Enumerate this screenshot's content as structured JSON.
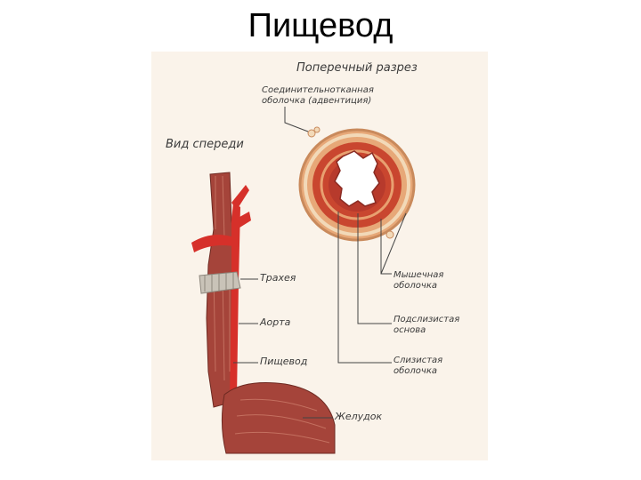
{
  "title": "Пищевод",
  "diagram": {
    "cross_section_title": "Поперечный разрез",
    "front_view_title": "Вид спереди",
    "adventitia_label": [
      "Соединительнотканная",
      "оболочка (адвентиция)"
    ],
    "muscular_label": [
      "Мышечная",
      "оболочка"
    ],
    "submucosa_label": [
      "Подслизистая",
      "основа"
    ],
    "mucosa_label": [
      "Слизистая",
      "оболочка"
    ],
    "trachea_label": "Трахея",
    "aorta_label": "Аорта",
    "esophagus_label": "Пищевод",
    "stomach_label": "Желудок"
  },
  "colors": {
    "panel_bg": "#faf3ea",
    "muscle": "#a5443a",
    "aorta": "#d6302a",
    "trachea": "#c9c3b8",
    "cross_section_outer": "#e0a070",
    "cross_section_inner": "#c2402f"
  }
}
